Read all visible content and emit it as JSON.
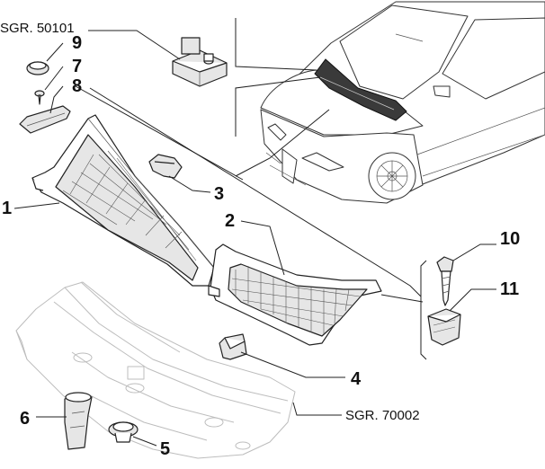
{
  "references": {
    "top_left": "SGR. 50101",
    "bottom_right": "SGR. 70002"
  },
  "callouts": [
    {
      "id": "9",
      "label": "9"
    },
    {
      "id": "7",
      "label": "7"
    },
    {
      "id": "8",
      "label": "8"
    },
    {
      "id": "1",
      "label": "1"
    },
    {
      "id": "3",
      "label": "3"
    },
    {
      "id": "2",
      "label": "2"
    },
    {
      "id": "10",
      "label": "10"
    },
    {
      "id": "11",
      "label": "11"
    },
    {
      "id": "4",
      "label": "4"
    },
    {
      "id": "6",
      "label": "6"
    },
    {
      "id": "5",
      "label": "5"
    }
  ]
}
